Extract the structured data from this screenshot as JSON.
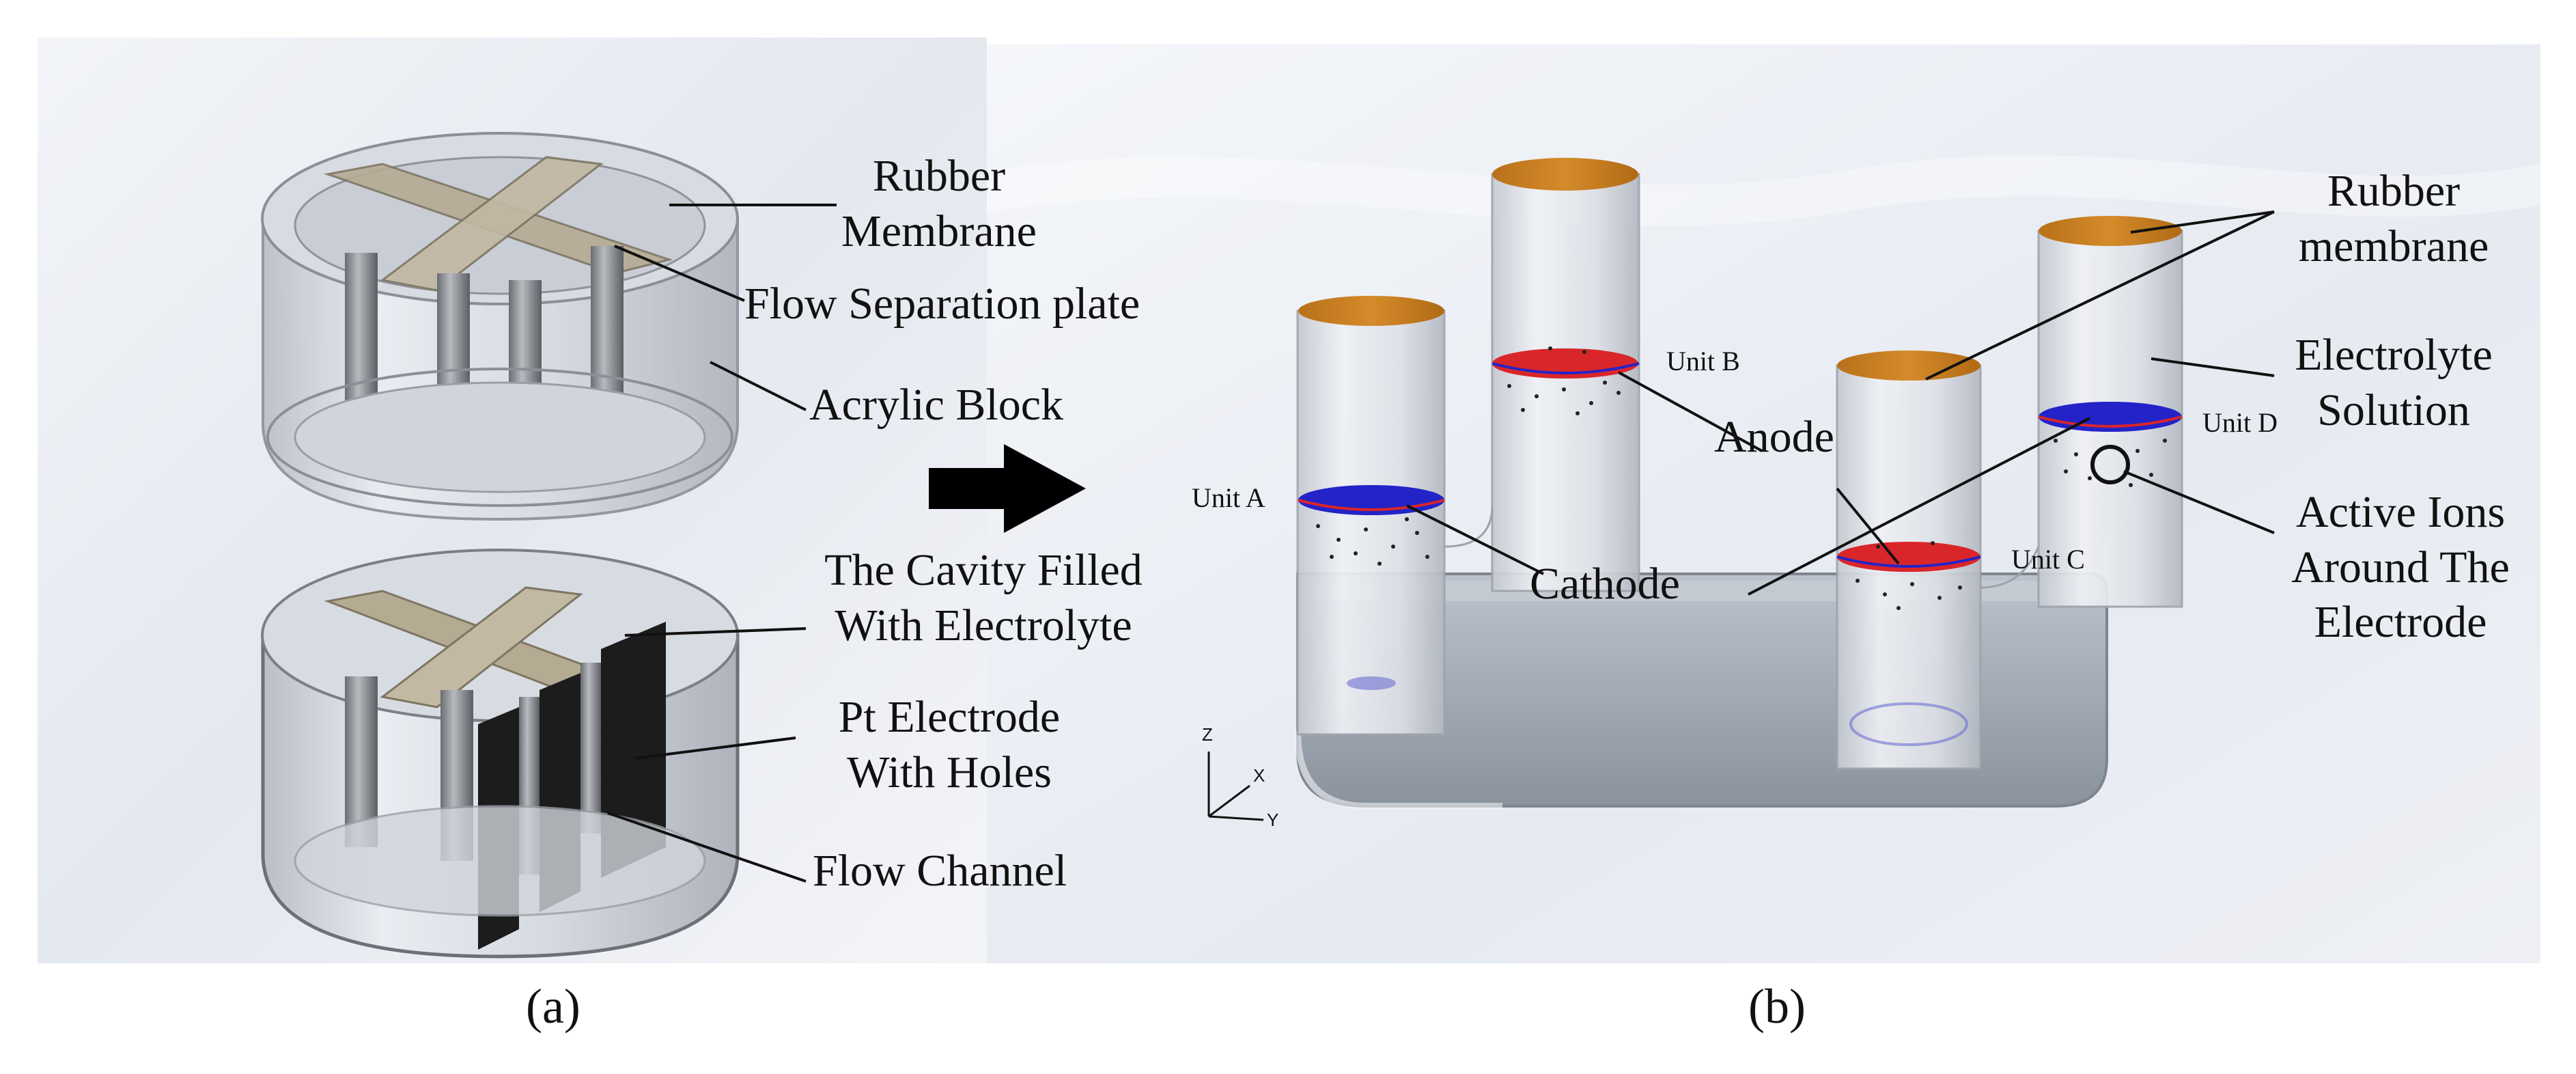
{
  "panel_a": {
    "labels": {
      "rubber_membrane": [
        "Rubber",
        "Membrane"
      ],
      "flow_separation_plate": "Flow Separation plate",
      "acrylic_block": "Acrylic Block",
      "cavity": [
        "The Cavity Filled",
        "With Electrolyte"
      ],
      "pt_electrode": [
        "Pt Electrode",
        "With Holes"
      ],
      "flow_channel": "Flow Channel"
    },
    "caption": "(a)"
  },
  "panel_b": {
    "labels": {
      "rubber_membrane": [
        "Rubber",
        "membrane"
      ],
      "electrolyte_solution": [
        "Electrolyte",
        "Solution"
      ],
      "active_ions": [
        "Active Ions",
        "Around The",
        "Electrode"
      ],
      "anode": "Anode",
      "cathode": "Cathode"
    },
    "units": [
      "Unit A",
      "Unit B",
      "Unit C",
      "Unit D"
    ],
    "axes": {
      "z": "Z",
      "x": "X",
      "y": "Y"
    },
    "caption": "(b)"
  },
  "colors": {
    "membrane_orange": "#c47a1d",
    "anode_red": "#d9262a",
    "cathode_blue": "#2323c8",
    "acrylic_gray": "#c8ccd3",
    "electrode_black": "#1c1c1c"
  },
  "icons": {
    "transition_arrow": "right-arrow-icon"
  }
}
